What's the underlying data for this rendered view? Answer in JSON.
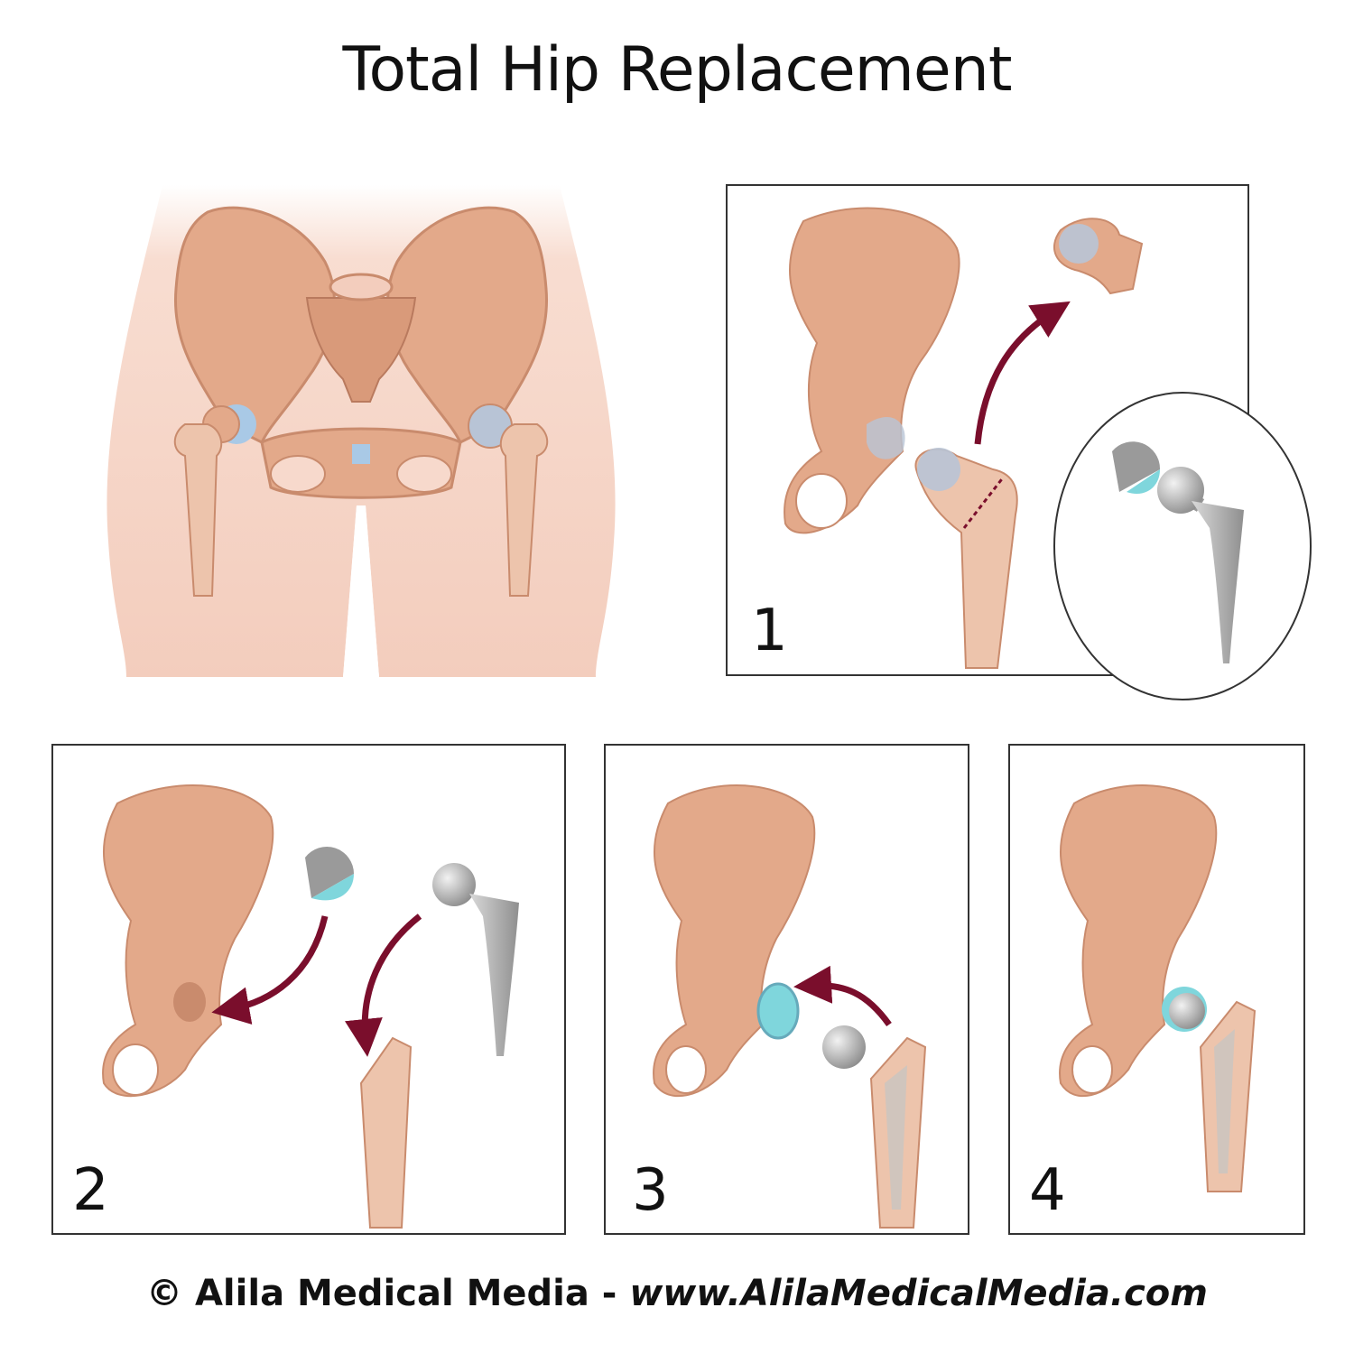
{
  "title": "Total Hip Replacement",
  "panels": [
    {
      "number": "1"
    },
    {
      "number": "2"
    },
    {
      "number": "3"
    },
    {
      "number": "4"
    }
  ],
  "footer": {
    "credit": "© Alila Medical Media - ",
    "url": "www.AlilaMedicalMedia.com"
  },
  "colors": {
    "bone": "#e3a98a",
    "bone_dark": "#c98b6d",
    "skin": "#f7d9cc",
    "cartilage": "#a9c9e6",
    "liner": "#7fd6dc",
    "metal": "#b9b9b9",
    "arrow": "#7a0e2c"
  }
}
